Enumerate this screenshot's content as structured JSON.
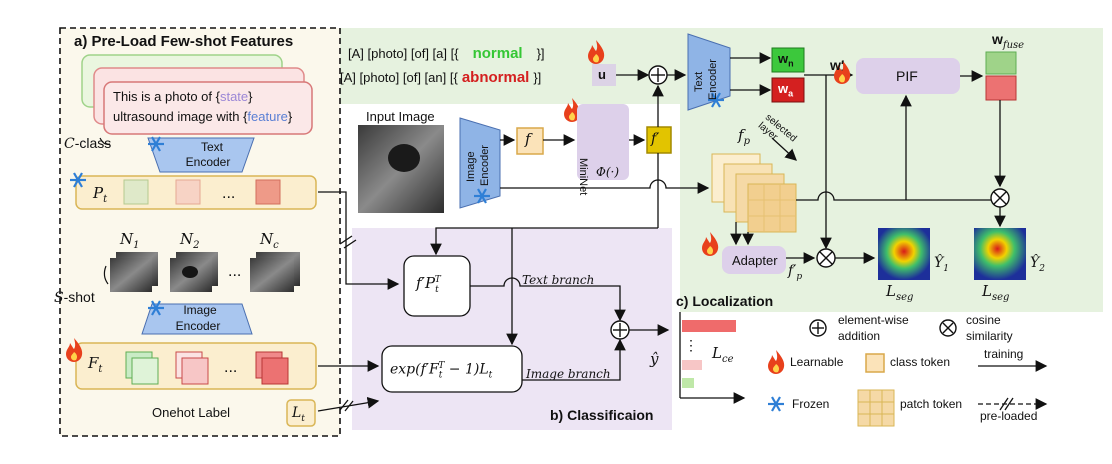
{
  "sections": {
    "preload": {
      "title": "a) Pre-Load Few-shot Features"
    },
    "classification": {
      "title": "b) Classificaion"
    },
    "localization": {
      "title": "c) Localization"
    }
  },
  "prompts": {
    "normal_template": "[A] [photo] [of] [a] [{",
    "normal_word": "normal",
    "normal_close": "}]",
    "abnormal_template": "[A] [photo] [of] [an] [{",
    "abnormal_word": "abnormal",
    "abnormal_close": "}]",
    "card_line1_prefix": "This is a photo of {",
    "card_line1_var": "state",
    "card_line1_suffix": "}",
    "card_line2_prefix": "ultrasound image with {",
    "card_line2_var": "feature",
    "card_line2_suffix": "}",
    "class_count": "C",
    "class_suffix": "-class",
    "shot_count": "S",
    "shot_suffix": "-shot"
  },
  "labels": {
    "text_encoder": "Text Encoder",
    "text_encoder_line1": "Text",
    "text_encoder_line2": "Encoder",
    "image_encoder": "Image Encoder",
    "image_encoder_line1": "Image",
    "image_encoder_line2": "Encoder",
    "input_image": "Input Image",
    "mininet": "MiniNet",
    "phi": "Φ(·)",
    "selected_layer": "selected layer",
    "adapter": "Adapter",
    "pif": "PIF",
    "onehot": "Onehot Label",
    "text_branch": "Text branch",
    "image_branch": "Image branch",
    "ellipsis": "...",
    "vdots": "⋮"
  },
  "math": {
    "u": "u",
    "f": "f",
    "f_prime": "f′",
    "f_p": "f",
    "f_p_sub": "p",
    "f_p_prime": "f′",
    "w_n": "w",
    "w_n_sub": "n",
    "w_a": "w",
    "w_a_sub": "a",
    "w_prime": "w′",
    "w_fuse": "w",
    "w_fuse_sub": "fuse",
    "P_t": "P",
    "P_t_sub": "t",
    "F_t": "F",
    "F_t_sub": "t",
    "L_t": "L",
    "L_t_sub": "t",
    "N1": "N",
    "N1_sub": "1",
    "N2": "N",
    "N2_sub": "2",
    "Nc": "N",
    "Nc_sub": "c",
    "text_formula": "f′P",
    "text_formula_sub": "t",
    "text_formula_sup": "T",
    "image_formula_a": "exp(f′F",
    "image_formula_sub": "t",
    "image_formula_sup": "T",
    "image_formula_b": " − 1)L",
    "image_formula_sub2": "t",
    "y_hat": "ŷ",
    "Y1": "Ŷ",
    "Y1_sub": "1",
    "Y2": "Ŷ",
    "Y2_sub": "2",
    "L_seg": "L",
    "L_seg_sub": "seg",
    "L_ce": "L",
    "L_ce_sub": "ce"
  },
  "legend": {
    "addition": "element-wise addition",
    "addition_line1": "element-wise",
    "addition_line2": "addition",
    "cosine": "cosine similarity",
    "cosine_line1": "cosine",
    "cosine_line2": "similarity",
    "learnable": "Learnable",
    "frozen": "Frozen",
    "class_token": "class token",
    "patch_token": "patch token",
    "training": "training",
    "preloaded": "pre-loaded"
  },
  "colors": {
    "green_bg": "#e6f2df",
    "purple_bg": "#ede5f4",
    "yellow_bg": "#fbf6e2",
    "preload_bg": "#fbf8ec",
    "encoder_blue": "#8fb4e6",
    "normal_green": "#35c735",
    "abnormal_red": "#d42020",
    "state_purple": "#9b87d6",
    "feature_blue": "#5a7fd4",
    "orange_token": "#f5d9a6",
    "gold_token": "#e2c400",
    "pif_purple": "#ddd0ea",
    "fire": "#e8401c",
    "snow": "#2f7fd6"
  },
  "icons": [
    "fire-icon",
    "snowflake-icon",
    "circled-plus-icon",
    "circled-times-icon"
  ]
}
